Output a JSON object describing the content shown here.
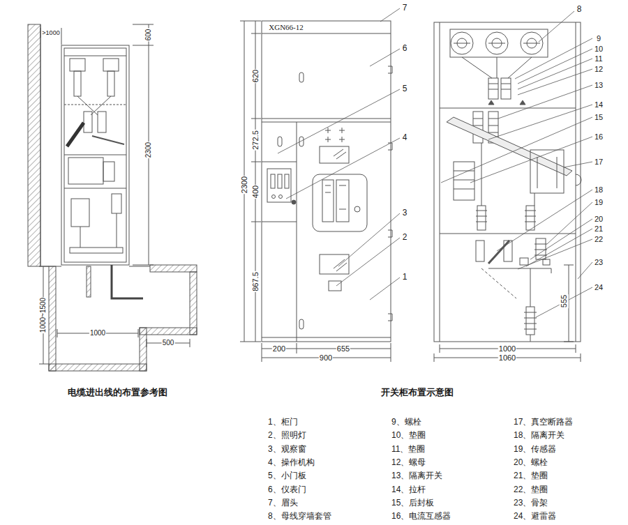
{
  "diagram": {
    "labels": [
      ">1000",
      "600",
      "2300",
      "1000~1500",
      "1000",
      "500",
      "XGN66-12",
      "7",
      "620",
      "6",
      "5",
      "272.5",
      "2300",
      "4",
      "400",
      "3",
      "867.5",
      "2",
      "1",
      "200",
      "655",
      "900",
      "8",
      "9",
      "10",
      "11",
      "12",
      "13",
      "14",
      "15",
      "16",
      "17",
      "18",
      "19",
      "20",
      "21",
      "22",
      "23",
      "24",
      "555",
      "1000",
      "1060",
      "电缆进出线的布置参考图",
      "开关柜布置示意图",
      "1、柜门",
      "2、照明灯",
      "3、观察窗",
      "4、操作机构",
      "5、小门板",
      "6、仪表门",
      "7、眉头",
      "8、母线穿墙套管",
      "9、螺栓",
      "10、垫圈",
      "11、垫圈",
      "12、螺母",
      "13、隔离开关",
      "14、拉杆",
      "15、后封板",
      "16、电流互感器",
      "17、真空断路器",
      "18、隔离开关",
      "19、传感器",
      "20、螺栓",
      "21、垫圈",
      "22、垫圈",
      "23、骨架",
      "24、避雷器"
    ]
  }
}
